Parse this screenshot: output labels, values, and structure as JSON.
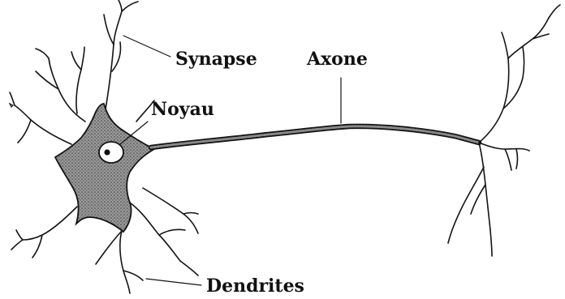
{
  "diagram": {
    "labels": {
      "synapse": "Synapse",
      "axone": "Axone",
      "noyau": "Noyau",
      "dendrites": "Dendrites"
    },
    "colors": {
      "ink": "#141414",
      "soma_fill": "#8a8a8a",
      "background": "#ffffff"
    }
  }
}
